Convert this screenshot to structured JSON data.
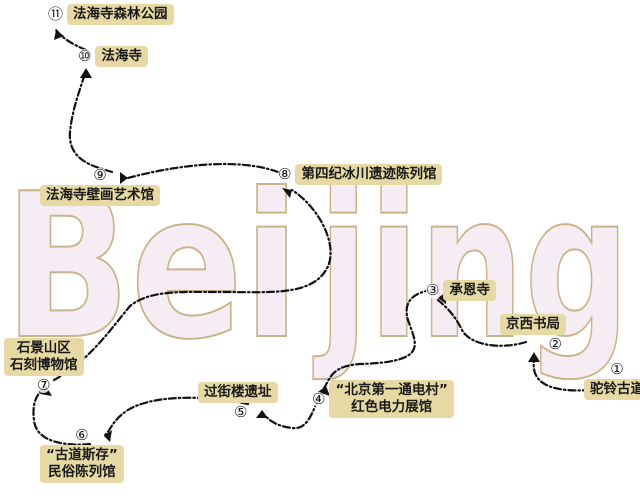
{
  "backdrop": {
    "word1": "Bei",
    "word2": "jing",
    "fill_color": "#f6ecf4",
    "outline_color": "#c9b38a"
  },
  "accent": {
    "label_bg": "#e6d9a4",
    "route_color": "#111111"
  },
  "stops": [
    {
      "num": "①",
      "lines": [
        "驼铃古道"
      ]
    },
    {
      "num": "②",
      "lines": [
        "京西书局"
      ]
    },
    {
      "num": "③",
      "lines": [
        "承恩寺"
      ]
    },
    {
      "num": "④",
      "lines": [
        "“北京第一通电村”",
        "红色电力展馆"
      ]
    },
    {
      "num": "⑤",
      "lines": [
        "过街楼遗址"
      ]
    },
    {
      "num": "⑥",
      "lines": [
        "“古道斯存”",
        "民俗陈列馆"
      ]
    },
    {
      "num": "⑦",
      "lines": [
        "石景山区",
        "石刻博物馆"
      ]
    },
    {
      "num": "⑧",
      "lines": [
        "第四纪冰川遗迹陈列馆"
      ]
    },
    {
      "num": "⑨",
      "lines": [
        "法海寺壁画艺术馆"
      ]
    },
    {
      "num": "⑩",
      "lines": [
        "法海寺"
      ]
    },
    {
      "num": "⑪",
      "lines": [
        "法海寺森林公园"
      ]
    }
  ]
}
